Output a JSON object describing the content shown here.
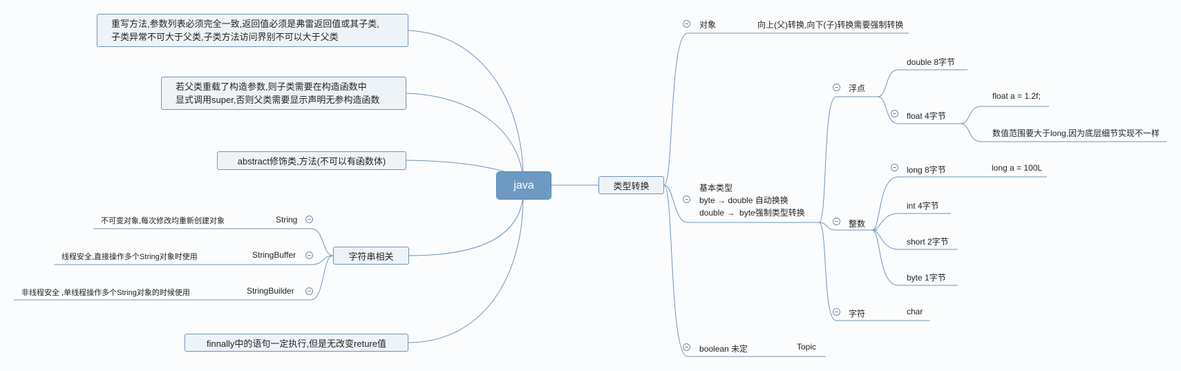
{
  "root": {
    "label": "java"
  },
  "left": {
    "override_note": {
      "lines": [
        "重写方法,参数列表必须完全一致,返回值必须是弗雷返回值或其子类,",
        "子类异常不可大于父类,子类方法访问界别不可以大于父类"
      ]
    },
    "constructor_note": {
      "lines": [
        "若父类重载了构造参数,则子类需要在构造函数中",
        "显式调用super,否则父类需要显示声明无参构造函数"
      ]
    },
    "abstract_note": {
      "label": "abstract修饰类,方法(不可以有函数体)"
    },
    "string_topic": {
      "label": "字符串相关",
      "items": [
        {
          "name": "String",
          "desc": "不可变对象,每次修改均重新创建对象"
        },
        {
          "name": "StringBuffer",
          "desc": "线程安全,直接操作多个String对象时使用"
        },
        {
          "name": "StringBuilder",
          "desc": "非线程安全 ,单线程操作多个String对象的时候使用"
        }
      ]
    },
    "finally_note": {
      "label": "finnally中的语句一定执行,但是无改变reture值"
    }
  },
  "right": {
    "label": "类型转换",
    "object": {
      "label": "对象",
      "desc": "向上(父)转换,向下(子)转换需要强制转换"
    },
    "primitive": {
      "lines": [
        "基本类型",
        "byte → double 自动换换",
        "double →  byte强制类型转换"
      ],
      "float_group": {
        "label": "浮点",
        "double": "double    8字节",
        "float": "float   4字节",
        "float_example": "float a =  1.2f;",
        "float_range": "数值范围要大于long,因为底层细节实现不一样"
      },
      "int_group": {
        "label": "整数",
        "long": "long   8字节",
        "long_example": "long a = 100L",
        "int": "int   4字节",
        "short": "short  2字节",
        "byte": "byte    1字节"
      },
      "char_group": {
        "label": "字符",
        "char": "char"
      }
    },
    "boolean": {
      "label": "boolean    未定",
      "extra": "Topic"
    }
  }
}
